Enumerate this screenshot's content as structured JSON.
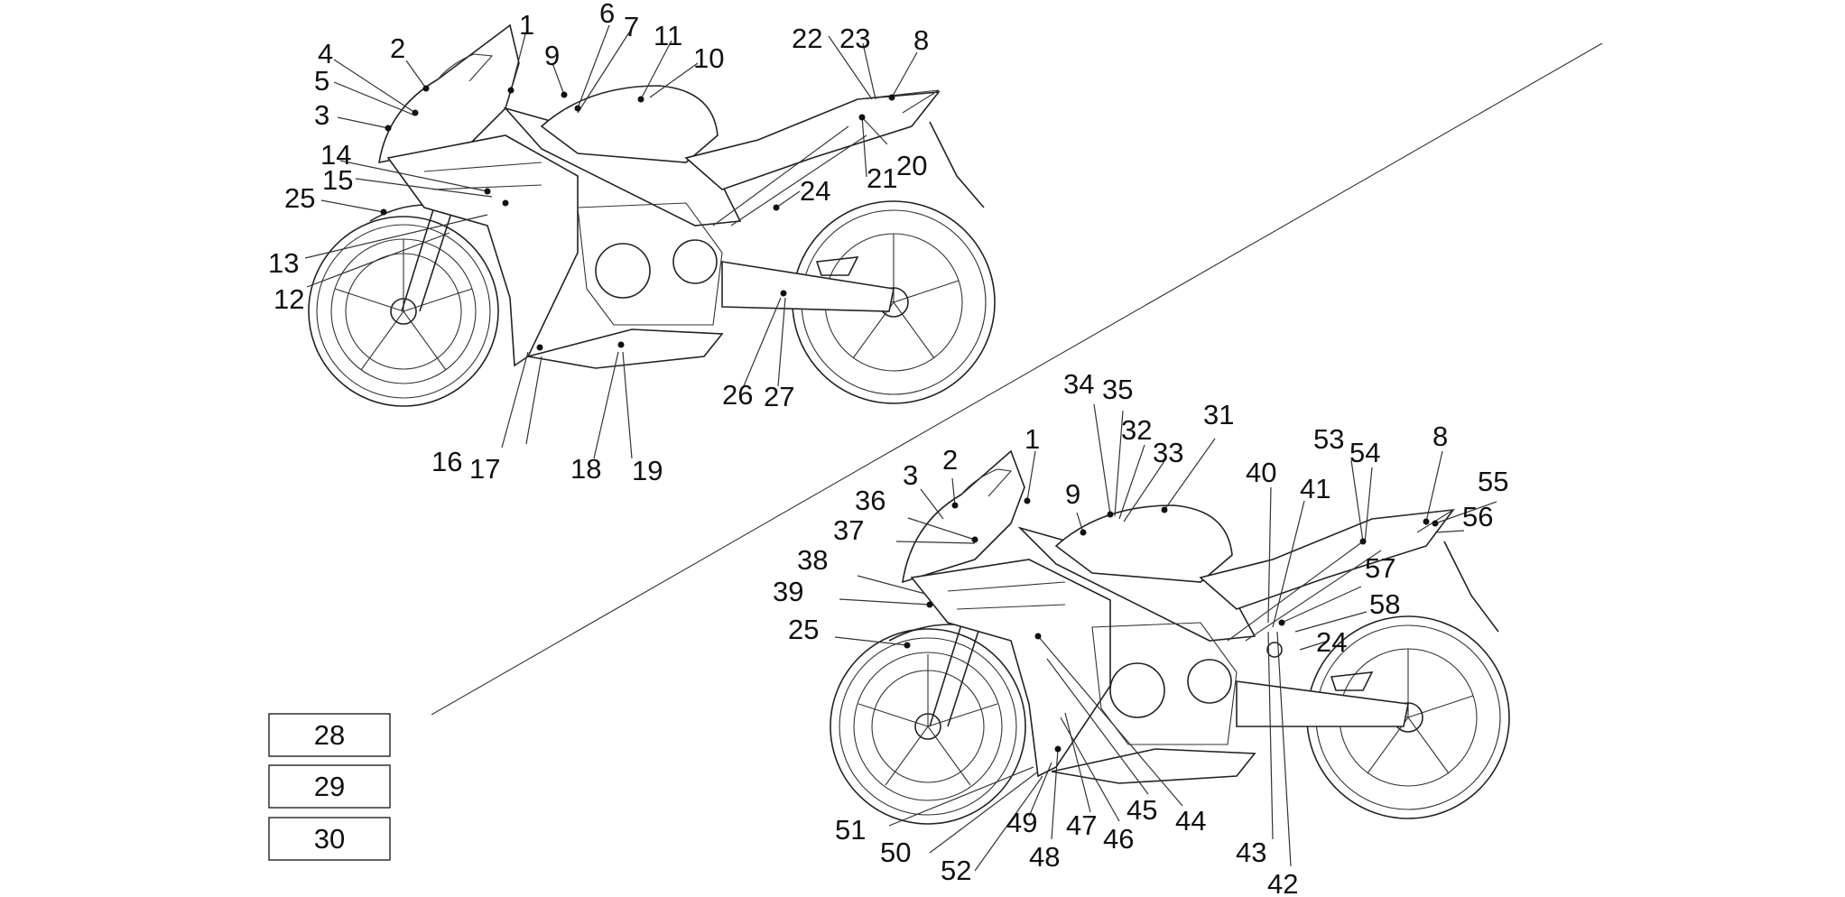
{
  "top_bike": {
    "labels": [
      "1",
      "2",
      "3",
      "4",
      "5",
      "6",
      "7",
      "8",
      "9",
      "10",
      "11",
      "12",
      "13",
      "14",
      "15",
      "16",
      "17",
      "18",
      "19",
      "20",
      "21",
      "22",
      "23",
      "24",
      "25",
      "26",
      "27"
    ]
  },
  "bottom_bike": {
    "labels": [
      "1",
      "2",
      "3",
      "8",
      "9",
      "24",
      "25",
      "31",
      "32",
      "33",
      "34",
      "35",
      "36",
      "37",
      "38",
      "39",
      "40",
      "41",
      "42",
      "43",
      "44",
      "45",
      "46",
      "47",
      "48",
      "49",
      "50",
      "51",
      "52",
      "53",
      "54",
      "55",
      "56",
      "57",
      "58"
    ]
  },
  "legend_boxes": [
    "28",
    "29",
    "30"
  ]
}
